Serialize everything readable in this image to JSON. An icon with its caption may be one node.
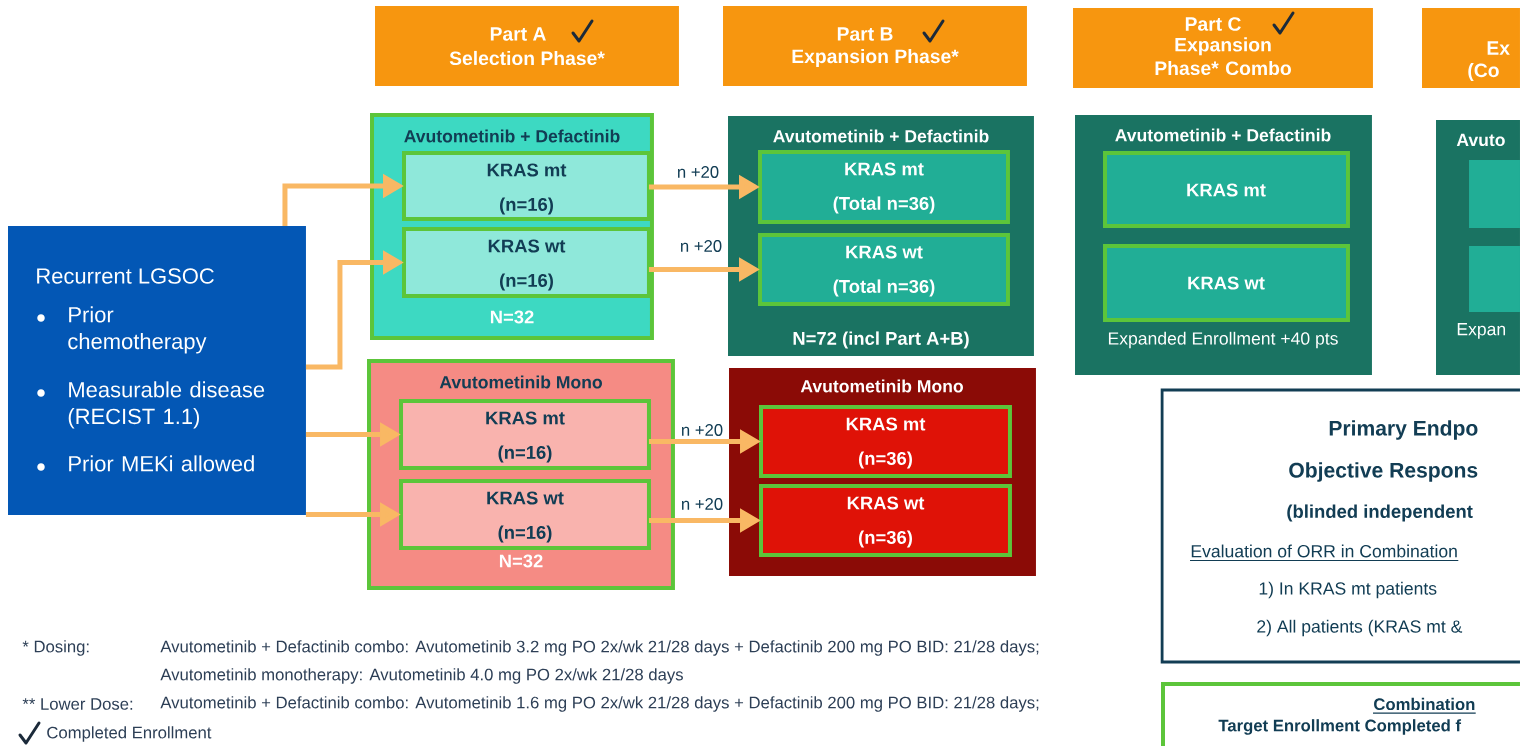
{
  "diagram": {
    "nodes": [
      {
        "text": [
          "Part A",
          "Selection Phase*"
        ]
      },
      {
        "text": [
          "Part B",
          "Expansion Phase*"
        ]
      },
      {
        "text": [
          "Part C",
          "Expansion Phase* Combo"
        ]
      },
      {
        "text": [
          "Ex",
          "(Co"
        ]
      },
      {
        "text": [
          "Recurrent LGSOC",
          "Prior chemotherapy",
          "Measurable disease (RECIST 1.1)",
          "Prior MEKi allowed"
        ]
      },
      {
        "text": [
          "Avutometinib + Defactinib",
          "N=32"
        ]
      },
      {
        "text": [
          "KRAS mt",
          "(n=16)"
        ],
        "in": 5
      },
      {
        "text": [
          "KRAS wt",
          "(n=16)"
        ],
        "in": 5
      },
      {
        "text": [
          "Avutometinib Mono",
          "N=32"
        ]
      },
      {
        "text": [
          "KRAS mt",
          "(n=16)"
        ],
        "in": 8
      },
      {
        "text": [
          "KRAS wt",
          "(n=16)"
        ],
        "in": 8
      },
      {
        "text": [
          "Avutometinib + Defactinib",
          "N=72 (incl Part A+B)"
        ]
      },
      {
        "text": [
          "KRAS mt",
          "(Total n=36)"
        ],
        "in": 11
      },
      {
        "text": [
          "KRAS wt",
          "(Total n=36)"
        ],
        "in": 11
      },
      {
        "text": [
          "Avutometinib Mono"
        ]
      },
      {
        "text": [
          "KRAS mt",
          "(n=36)"
        ],
        "in": 14
      },
      {
        "text": [
          "KRAS wt",
          "(n=36)"
        ],
        "in": 14
      },
      {
        "text": [
          "Avutometinib + Defactinib",
          "Expanded Enrollment +40 pts"
        ]
      },
      {
        "text": [
          "KRAS mt"
        ],
        "in": 17
      },
      {
        "text": [
          "KRAS wt"
        ],
        "in": 17
      },
      {
        "text": [
          "Avuto",
          "Expan"
        ]
      },
      {
        "text": [],
        "shape": "box",
        "in": 20
      },
      {
        "text": [],
        "shape": "box",
        "in": 20
      },
      {
        "text": [
          "Primary Endpo",
          "Objective Respons",
          "(blinded independent",
          "Evaluation of ORR in Combination",
          "1) In KRAS mt patients",
          "2) All patients (KRAS mt &"
        ]
      },
      {
        "text": [
          "Combination",
          "Target Enrollment Completed f"
        ]
      }
    ],
    "edges": [
      {
        "from": 4,
        "to": 6,
        "arrow": "to"
      },
      {
        "from": 4,
        "to": 7,
        "arrow": "to"
      },
      {
        "from": 4,
        "to": 9,
        "arrow": "to"
      },
      {
        "from": 4,
        "to": 10,
        "arrow": "to"
      },
      {
        "from": 6,
        "to": 12,
        "label": "n +20",
        "arrow": "to"
      },
      {
        "from": 7,
        "to": 13,
        "label": "n +20",
        "arrow": "to"
      },
      {
        "from": 9,
        "to": 15,
        "label": "n +20",
        "arrow": "to"
      },
      {
        "from": 10,
        "to": 16,
        "label": "n +20",
        "arrow": "to"
      }
    ],
    "labels": [
      "* Dosing:",
      "Avutometinib + Defactinib combo: Avutometinib 3.2 mg PO 2x/wk 21/28 days + Defactinib 200 mg PO BID: 21/28 days;",
      "Avutometinib monotherapy: Avutometinib 4.0 mg PO 2x/wk 21/28 days",
      "** Lower Dose:",
      "Avutometinib + Defactinib combo: Avutometinib 1.6 mg PO 2x/wk 21/28 days + Defactinib 200 mg PO BID: 21/28 days;"
    ],
    "legend": [
      {
        "text": "Completed Enrollment"
      }
    ]
  }
}
